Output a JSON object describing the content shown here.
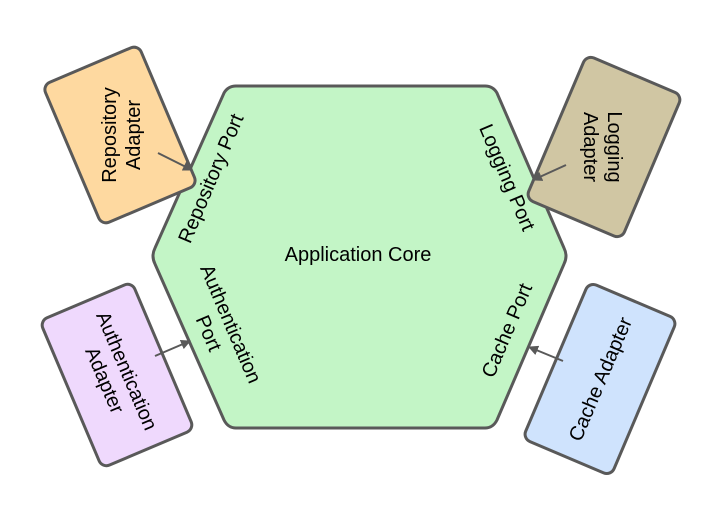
{
  "core": {
    "label": "Application Core",
    "fill": "#c3f5c6"
  },
  "ports": {
    "repository": "Repository Port",
    "logging": "Logging Port",
    "authentication_line1": "Authentication",
    "authentication_line2": "Port",
    "cache": "Cache Port"
  },
  "adapters": {
    "repository": {
      "line1": "Repository",
      "line2": "Adapter",
      "fill": "#fed9a0"
    },
    "logging": {
      "line1": "Logging",
      "line2": "Adapter",
      "fill": "#d0c6a3"
    },
    "authentication": {
      "line1": "Authentication",
      "line2": "Adapter",
      "fill": "#efd9fd"
    },
    "cache": {
      "line1": "Cache Adapter",
      "fill": "#cfe3fd"
    }
  },
  "colors": {
    "stroke": "#595959",
    "arrow": "#595959"
  },
  "icons": {
    "connector": "arrow-right"
  }
}
